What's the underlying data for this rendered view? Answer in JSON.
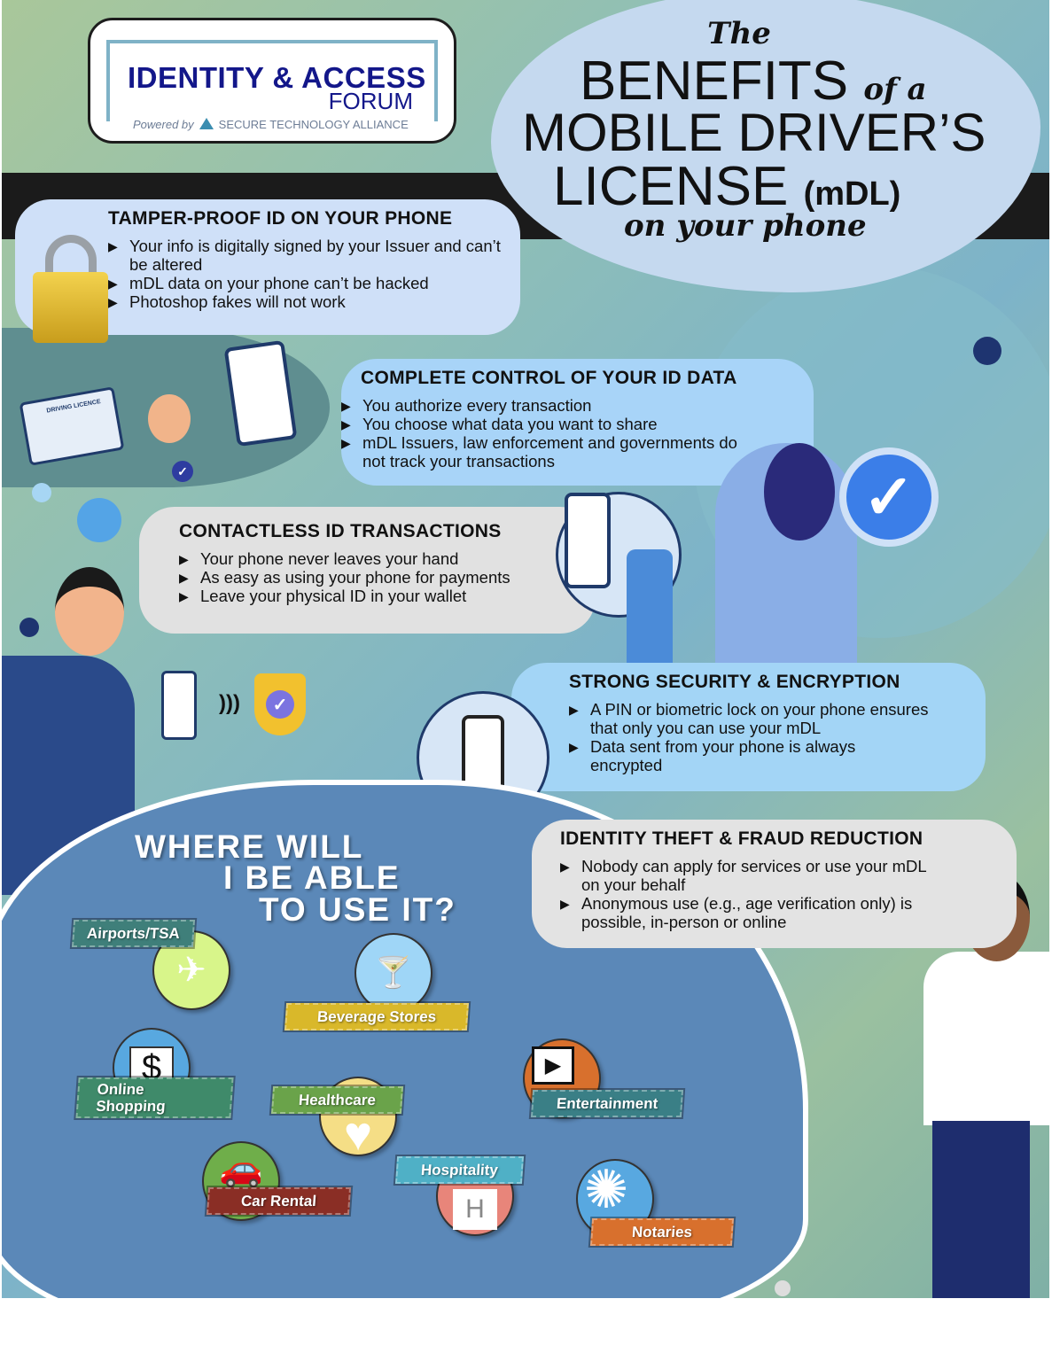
{
  "logo": {
    "line1": "IDENTITY & ACCESS",
    "line2": "FORUM",
    "powered_by": "Powered by",
    "alliance": "SECURE TECHNOLOGY ALLIANCE"
  },
  "title": {
    "the": "The",
    "benefits": "BENEFITS",
    "of_a": "of a",
    "mobile": "MOBILE DRIVER’S",
    "license": "LICENSE",
    "mdl": "(mDL)",
    "on_phone": "on your phone"
  },
  "sections": [
    {
      "heading": "TAMPER-PROOF ID ON YOUR PHONE",
      "items": [
        "Your info is digitally signed by your Issuer and can’t be altered",
        "mDL data on your phone can’t be hacked",
        "Photoshop fakes will not work"
      ]
    },
    {
      "heading": "COMPLETE CONTROL OF YOUR ID DATA",
      "items": [
        "You authorize every transaction",
        "You choose what data you want to share",
        "mDL Issuers, law enforcement and governments do not track your transactions"
      ]
    },
    {
      "heading": "CONTACTLESS ID TRANSACTIONS",
      "items": [
        "Your phone never leaves your hand",
        "As easy as using your phone for payments",
        "Leave your physical ID in your wallet"
      ]
    },
    {
      "heading": "STRONG SECURITY & ENCRYPTION",
      "items": [
        "A PIN or biometric lock on your phone ensures that only you can use your mDL",
        "Data sent from your phone is always encrypted"
      ]
    },
    {
      "heading": "IDENTITY THEFT & FRAUD REDUCTION",
      "items": [
        "Nobody can apply for services or use your mDL on your behalf",
        "Anonymous use (e.g., age verification only) is possible, in-person or online"
      ]
    }
  ],
  "license_card": {
    "label": "DRIVING LICENCE"
  },
  "where": {
    "line1": "WHERE WILL",
    "line2": "I BE ABLE",
    "line3": "TO USE IT?"
  },
  "places": [
    {
      "label": "Airports/TSA",
      "icon": "airplane-icon",
      "color": "#3f7f7a",
      "circle": "#d8f58a"
    },
    {
      "label": "Beverage Stores",
      "icon": "cocktail-icon",
      "color": "#d9b82a",
      "circle": "#9fd6f7"
    },
    {
      "label": "Online Shopping",
      "icon": "laptop-dollar-icon",
      "color": "#3f8a6a",
      "circle": "#58a8e0"
    },
    {
      "label": "Healthcare",
      "icon": "heart-pulse-icon",
      "color": "#6aa34a",
      "circle": "#f5de86"
    },
    {
      "label": "Entertainment",
      "icon": "theater-screen-icon",
      "color": "#3a7f86",
      "circle": "#d8702d"
    },
    {
      "label": "Car Rental",
      "icon": "car-icon",
      "color": "#8a2e25",
      "circle": "#6fae4a"
    },
    {
      "label": "Hospitality",
      "icon": "hotel-icon",
      "color": "#4fb0c6",
      "circle": "#e8857a"
    },
    {
      "label": "Notaries",
      "icon": "seal-icon",
      "color": "#d8702d",
      "circle": "#58a8e0"
    }
  ],
  "symbols": {
    "dollar": "$",
    "check": "✓",
    "wave": ")))",
    "car": "🚗",
    "plane": "✈",
    "glass": "🍸",
    "heart": "♥",
    "screen": "▶",
    "hotel": "H",
    "seal": "✺"
  }
}
